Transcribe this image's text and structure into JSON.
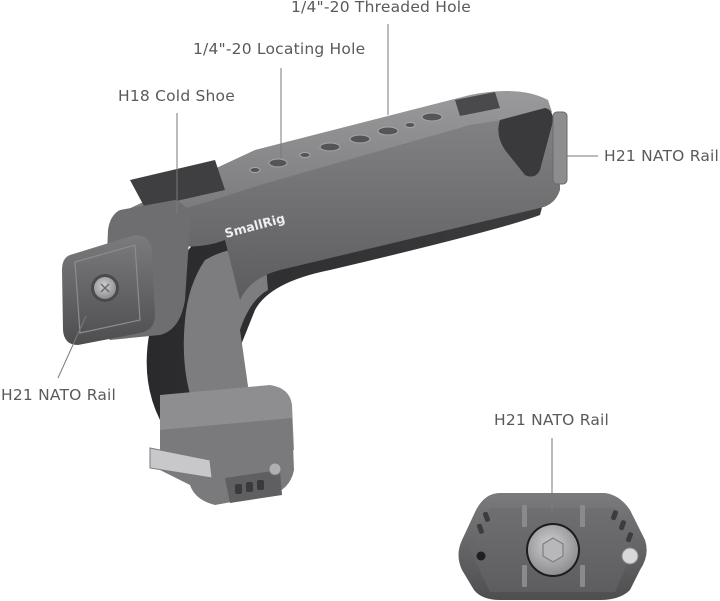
{
  "diagram": {
    "subject": "SmallRig top handle",
    "brand_mark": "SmallRig",
    "colors": {
      "background": "#ffffff",
      "label_text": "#5a5a5a",
      "leader_line": "#7a7a7a",
      "metal_light": "#8a8a8c",
      "metal_mid": "#6c6c6e",
      "metal_dark": "#4a4a4c",
      "rubber_grip": "#2e2e30"
    },
    "callouts": [
      {
        "id": "threaded-hole",
        "label": "1/4\"-20 Threaded Hole"
      },
      {
        "id": "locating-hole",
        "label": "1/4\"-20 Locating Hole"
      },
      {
        "id": "cold-shoe",
        "label": "H18 Cold Shoe"
      },
      {
        "id": "nato-rail-right",
        "label": "H21 NATO Rail"
      },
      {
        "id": "nato-rail-left",
        "label": "H21 NATO Rail"
      },
      {
        "id": "nato-rail-detail",
        "label": "H21 NATO Rail"
      }
    ]
  }
}
